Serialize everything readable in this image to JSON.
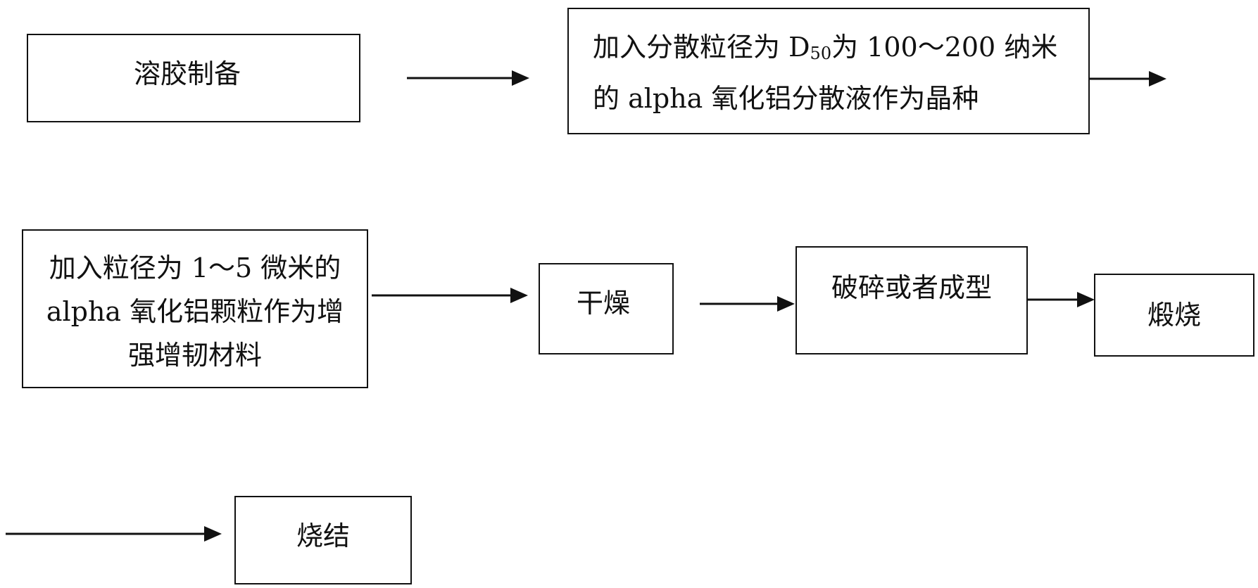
{
  "diagram": {
    "nodes": {
      "sol_prep": "溶胶制备",
      "seed_prefix": "加入分散粒径为 D",
      "seed_sub": "50",
      "seed_suffix": "为 100～200 纳米的 alpha 氧化铝分散液作为晶种",
      "toughen": "加入粒径为 1～5 微米的 alpha 氧化铝颗粒作为增强增韧材料",
      "dry": "干燥",
      "crush": "破碎或者成型",
      "calcine": "煅烧",
      "sinter": "烧结"
    },
    "edges": [
      {
        "from": "溶胶制备",
        "to": "晶种"
      },
      {
        "from": "晶种",
        "to": "增强增韧材料"
      },
      {
        "from": "增强增韧材料",
        "to": "干燥"
      },
      {
        "from": "干燥",
        "to": "破碎或者成型"
      },
      {
        "from": "破碎或者成型",
        "to": "煅烧"
      },
      {
        "from": "煅烧",
        "to": "烧结"
      }
    ],
    "colors": {
      "stroke": "#111111",
      "background": "#ffffff"
    }
  }
}
